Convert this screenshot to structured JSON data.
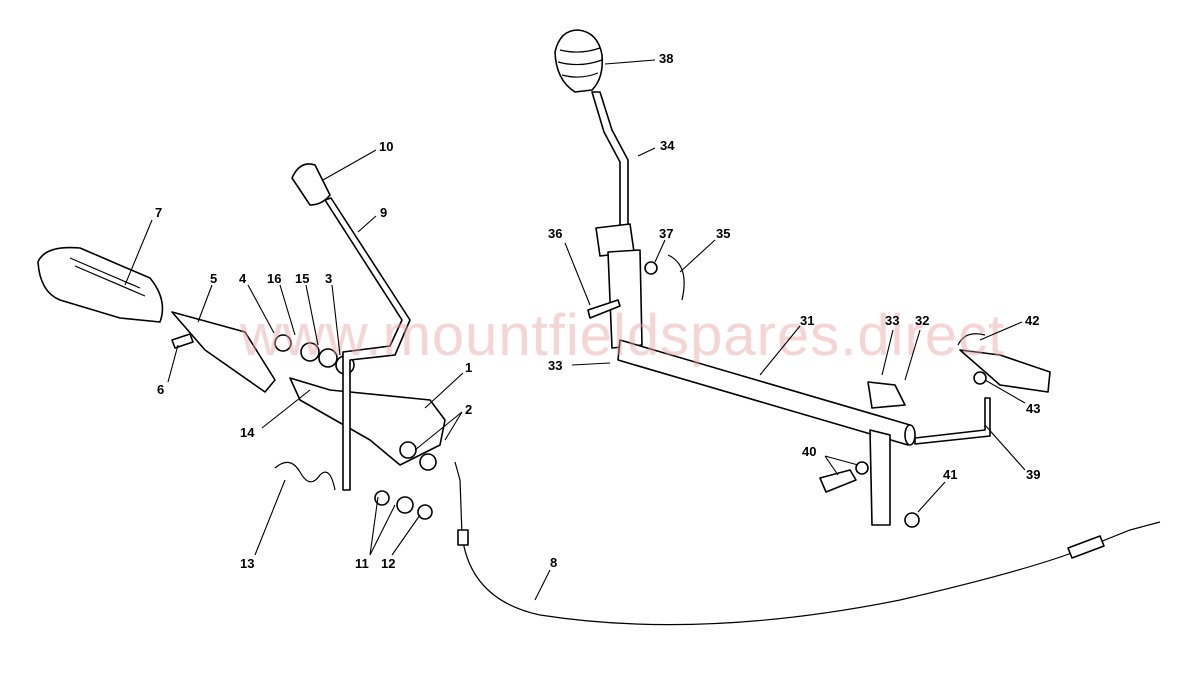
{
  "watermark": "www.mountfieldspares.direct",
  "callouts": {
    "c38": "38",
    "c34": "34",
    "c10": "10",
    "c9": "9",
    "c7": "7",
    "c36": "36",
    "c37": "37",
    "c35": "35",
    "c5": "5",
    "c4": "4",
    "c16": "16",
    "c15": "15",
    "c3": "3",
    "c31": "31",
    "c33a": "33",
    "c32": "32",
    "c42": "42",
    "c6": "6",
    "c33b": "33",
    "c1": "1",
    "c2": "2",
    "c14": "14",
    "c43": "43",
    "c40": "40",
    "c41": "41",
    "c39": "39",
    "c8": "8",
    "c13": "13",
    "c11": "11",
    "c12": "12"
  }
}
